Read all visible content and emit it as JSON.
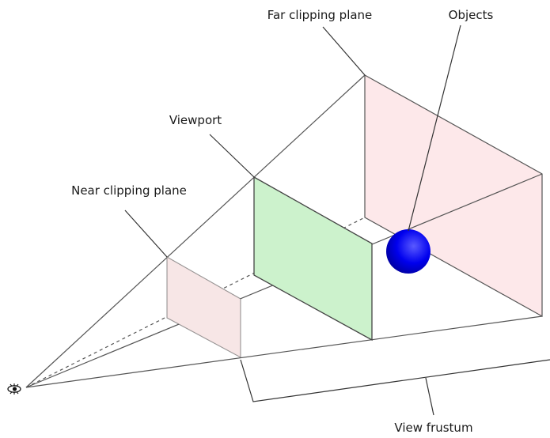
{
  "labels": {
    "far_clipping_plane": "Far clipping plane",
    "objects": "Objects",
    "viewport": "Viewport",
    "near_clipping_plane": "Near clipping plane",
    "view_frustum": "View frustum"
  },
  "icons": {
    "eye": "eye-icon"
  },
  "colors": {
    "near_plane_fill": "#f7e6e6",
    "viewport_fill": "#ccf2cc",
    "far_plane_fill": "#fde8ea",
    "object_sphere": "#0000ee",
    "lines": "#555555",
    "background": "#ffffff"
  }
}
